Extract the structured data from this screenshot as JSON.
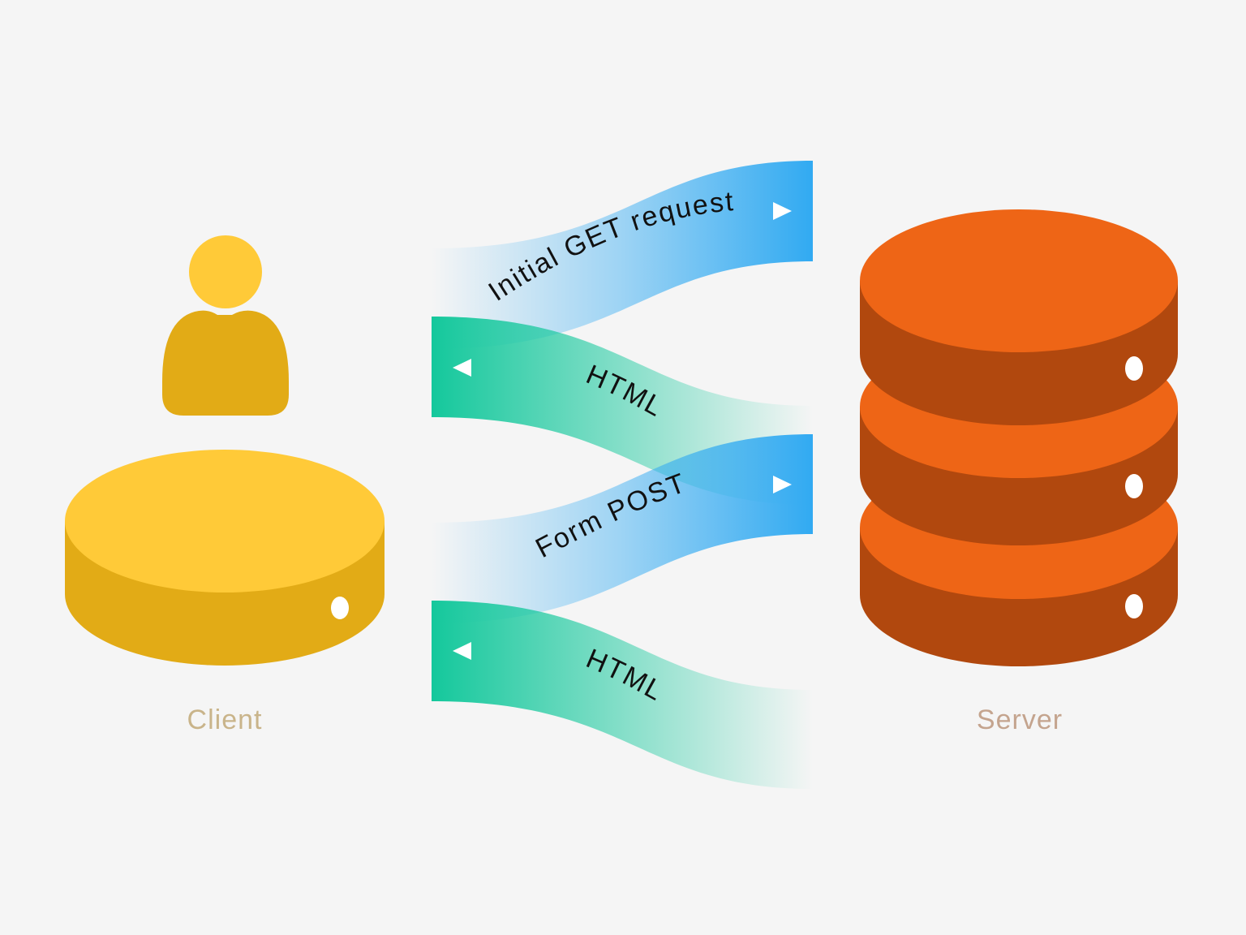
{
  "colors": {
    "background": "#f5f5f5",
    "client_light": "#ffca38",
    "client_dark": "#e2ab16",
    "server_light": "#ee6516",
    "server_dark": "#b1480e",
    "request_flow": "#31aaf2",
    "response_flow": "#14c89c",
    "client_label": "#c9b48a",
    "server_label": "#c4a48e"
  },
  "nodes": {
    "client": {
      "label": "Client",
      "icon": "user-icon"
    },
    "server": {
      "label": "Server",
      "icon": "database-stack-icon"
    }
  },
  "flows": [
    {
      "label": "Initial GET request",
      "direction": "to-server",
      "kind": "request"
    },
    {
      "label": "HTML",
      "direction": "to-client",
      "kind": "response"
    },
    {
      "label": "Form POST",
      "direction": "to-server",
      "kind": "request"
    },
    {
      "label": "HTML",
      "direction": "to-client",
      "kind": "response"
    }
  ]
}
